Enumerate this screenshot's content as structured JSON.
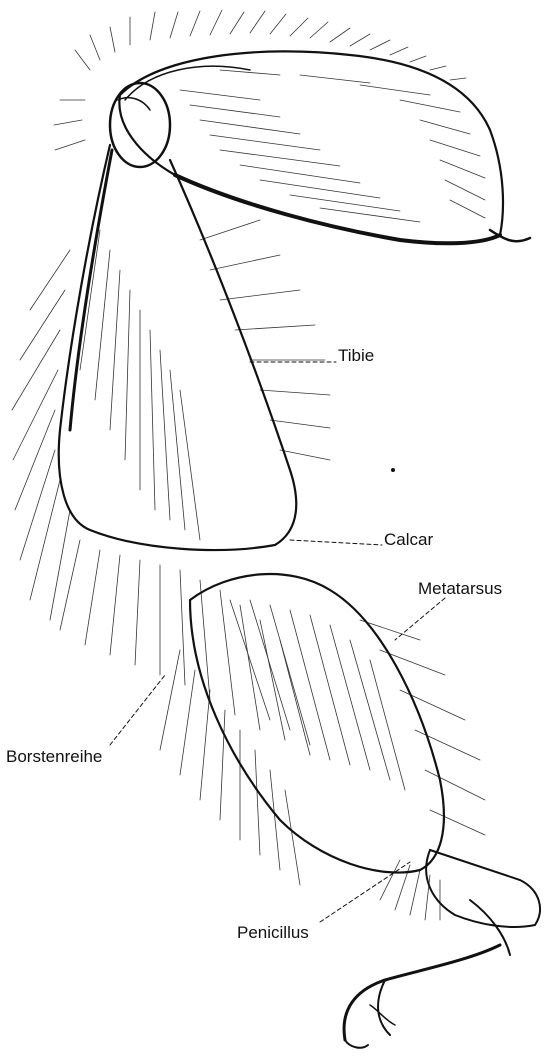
{
  "labels": {
    "tibie": "Tibie",
    "calcar": "Calcar",
    "metatarsus": "Metatarsus",
    "borstenreihe": "Borstenreihe",
    "penicillus": "Penicillus"
  },
  "colors": {
    "ink": "#111111",
    "background": "#ffffff"
  }
}
